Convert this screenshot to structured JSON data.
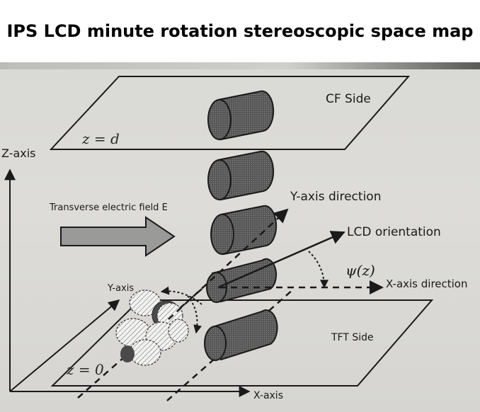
{
  "title": "IPS LCD minute rotation stereoscopic space map",
  "labels": {
    "cf_side": "CF Side",
    "z_d": "z = d",
    "z_axis": "Z-axis",
    "field": "Transverse electric field E",
    "y_dir": "Y-axis direction",
    "lcd_orient": "LCD orientation",
    "psi": "ψ(z)",
    "x_dir": "X-axis direction",
    "y_axis": "Y-axis",
    "tft_side": "TFT Side",
    "z_0": "z = 0",
    "x_axis": "X-axis"
  },
  "colors": {
    "ink": "#1a1a1a",
    "cylinder": "#4a4a4a",
    "background": "#dbdad6"
  }
}
